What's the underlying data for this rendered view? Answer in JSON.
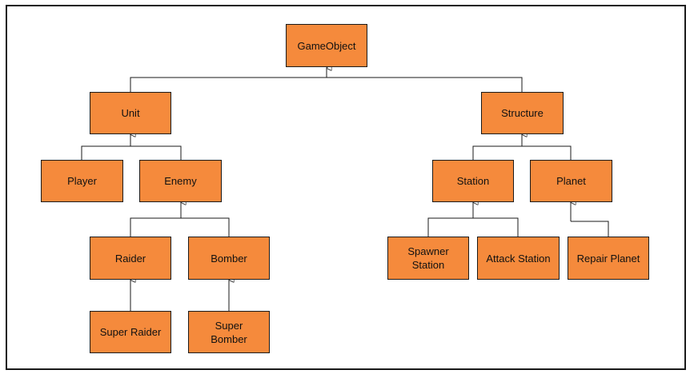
{
  "diagram": {
    "node_color": "#f58a3c",
    "nodes": {
      "gameobject": "GameObject",
      "unit": "Unit",
      "structure": "Structure",
      "player": "Player",
      "enemy": "Enemy",
      "station": "Station",
      "planet": "Planet",
      "raider": "Raider",
      "bomber": "Bomber",
      "spawner_station": "Spawner\nStation",
      "attack_station": "Attack Station",
      "repair_planet": "Repair Planet",
      "super_raider": "Super Raider",
      "super_bomber": "Super\nBomber"
    }
  }
}
